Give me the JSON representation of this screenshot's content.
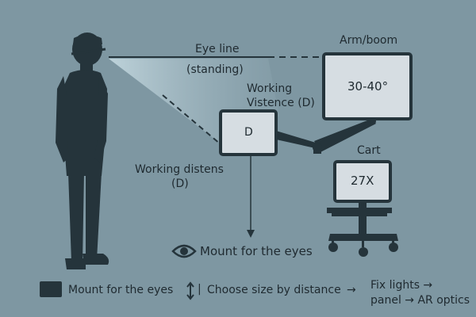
{
  "labels": {
    "eye_line": "Eye line",
    "standing": "(standing)",
    "arm_boom": "Arm/boom",
    "monitor_angle": "30-40°",
    "working_vistence_1": "Working",
    "working_vistence_2": "Vistence (D)",
    "small_monitor": "D",
    "cart": "Cart",
    "cart_monitor": "27X",
    "working_distens_1": "Working distens",
    "working_distens_2": "(D)",
    "mount_eyes": "Mount for the eyes"
  },
  "legend": {
    "item1": "Mount for the eyes",
    "item2": "Choose size by distance",
    "item3_line1": "Fix lights →",
    "item3_line2": "panel → AR optics",
    "arrow": "→",
    "divider": "|"
  },
  "colors": {
    "background": "#7e97a2",
    "figure": "#25343b",
    "screen": "#d6dde2",
    "frame": "#25343b",
    "cone": "#b9d0d8"
  }
}
